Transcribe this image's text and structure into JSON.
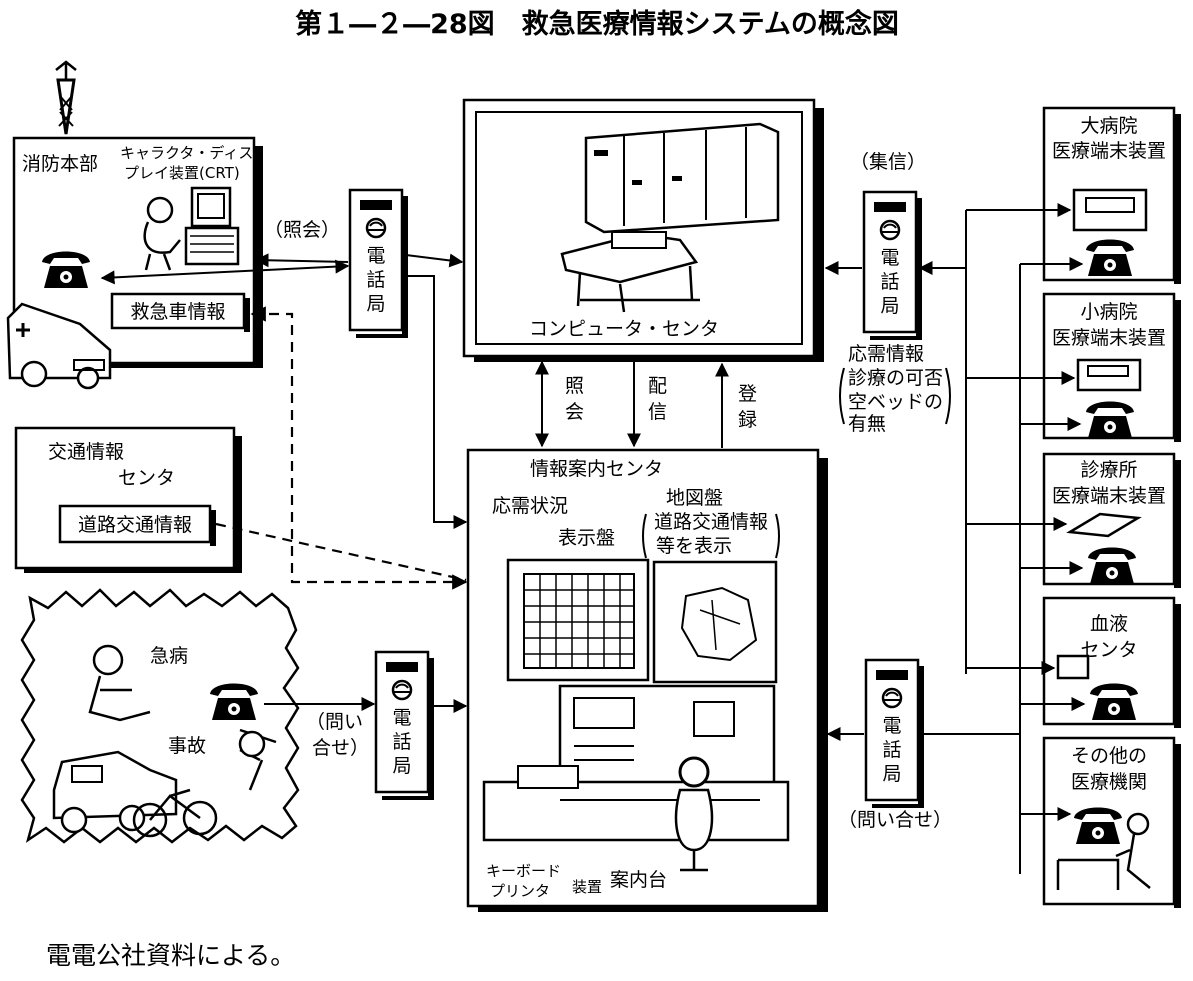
{
  "figure": {
    "title": "第１―２―28図　救急医療情報システムの概念図",
    "source_note": "電電公社資料による。"
  },
  "fire_hq": {
    "name": "消防本部",
    "crt_line1": "キャラクタ・ディス",
    "crt_line2": "プレイ装置(CRT)",
    "ambulance_info": "救急車情報"
  },
  "traffic_center": {
    "line1": "交通情報",
    "line2": "センタ",
    "road_info": "道路交通情報"
  },
  "incident": {
    "illness": "急病",
    "accident": "事故"
  },
  "exchanges": {
    "char1": "電",
    "char2": "話",
    "char3": "局"
  },
  "computer_center": {
    "name": "コンピュータ・センタ"
  },
  "link_labels": {
    "inquiry_paren": "（照会）",
    "inquiry_v1": "照",
    "inquiry_v2": "会",
    "delivery_v1": "配",
    "delivery_v2": "信",
    "register_v1": "登",
    "register_v2": "録",
    "collect": "（集信）",
    "ask_line1": "（問い",
    "ask_line2": "合せ）",
    "ask_bottom": "（問い合せ）"
  },
  "response_info": {
    "line1": "応需情報",
    "line2": "診療の可否",
    "line3": "空ベッドの",
    "line4": "有無"
  },
  "info_center": {
    "name": "情報案内センタ",
    "status_board_line1": "応需状況",
    "status_board_line2": "表示盤",
    "map_board_line1": "地図盤",
    "map_board_line2": "道路交通情報",
    "map_board_line3": "等を表示",
    "keyboard_line1": "キーボード",
    "keyboard_line2": "装置",
    "printer": "プリンタ",
    "desk": "案内台"
  },
  "facilities": [
    {
      "line1": "大病院",
      "line2": "医療端末装置"
    },
    {
      "line1": "小病院",
      "line2": "医療端末装置"
    },
    {
      "line1": "診療所",
      "line2": "医療端末装置"
    },
    {
      "line1": "血液",
      "line2": "センタ"
    },
    {
      "line1": "その他の",
      "line2": "医療機関"
    }
  ],
  "icons": [
    "antenna-tower-icon",
    "telephone-icon",
    "operator-icon",
    "ambulance-icon",
    "mainframe-icon",
    "switch-icon",
    "monitor-icon",
    "patient-icon",
    "car-icon",
    "bicycle-icon",
    "terminal-icon"
  ]
}
